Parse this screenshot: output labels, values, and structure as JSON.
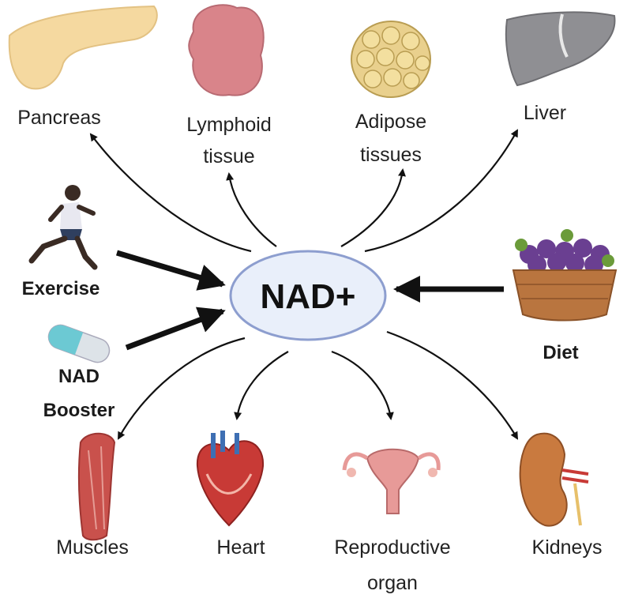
{
  "center": {
    "label": "NAD+"
  },
  "organs": {
    "pancreas": "Pancreas",
    "lymphoid": [
      "Lymphoid",
      "tissue"
    ],
    "adipose": [
      "Adipose",
      "tissues"
    ],
    "liver": "Liver",
    "muscles": "Muscles",
    "heart": "Heart",
    "reproductive": [
      "Reproductive",
      "organ"
    ],
    "kidneys": "Kidneys"
  },
  "inputs": {
    "exercise": "Exercise",
    "booster": [
      "NAD",
      "Booster"
    ],
    "diet": "Diet"
  },
  "colors": {
    "ellipse_fill": "#e9effa",
    "ellipse_stroke": "#8d9ecf"
  }
}
